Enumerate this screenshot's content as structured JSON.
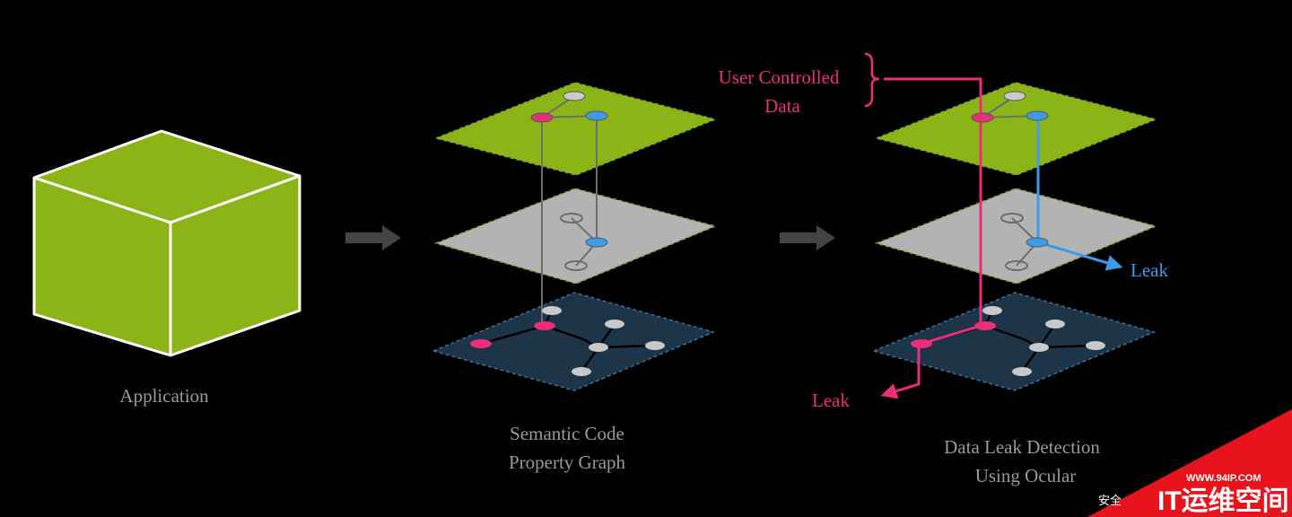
{
  "captions": {
    "application": "Application",
    "scpg_line1": "Semantic Code",
    "scpg_line2": "Property Graph",
    "detect_line1": "Data Leak Detection",
    "detect_line2": "Using Ocular"
  },
  "labels": {
    "user_controlled_line1": "User Controlled",
    "user_controlled_line2": "Data",
    "leak_blue": "Leak",
    "leak_pink": "Leak"
  },
  "watermark": {
    "url": "WWW.94IP.COM",
    "brand": "IT运维空间",
    "small": "安全"
  },
  "colors": {
    "green_layer": "#8bb516",
    "gray_layer": "#b3b3b3",
    "navy_layer": "#1d3549",
    "pink": "#ee2d7a",
    "blue": "#3d9be9",
    "node_gray": "#c9c9c9",
    "text_gray": "#9a9a9a",
    "arrow": "#444444",
    "watermark_red": "#e8131d"
  }
}
